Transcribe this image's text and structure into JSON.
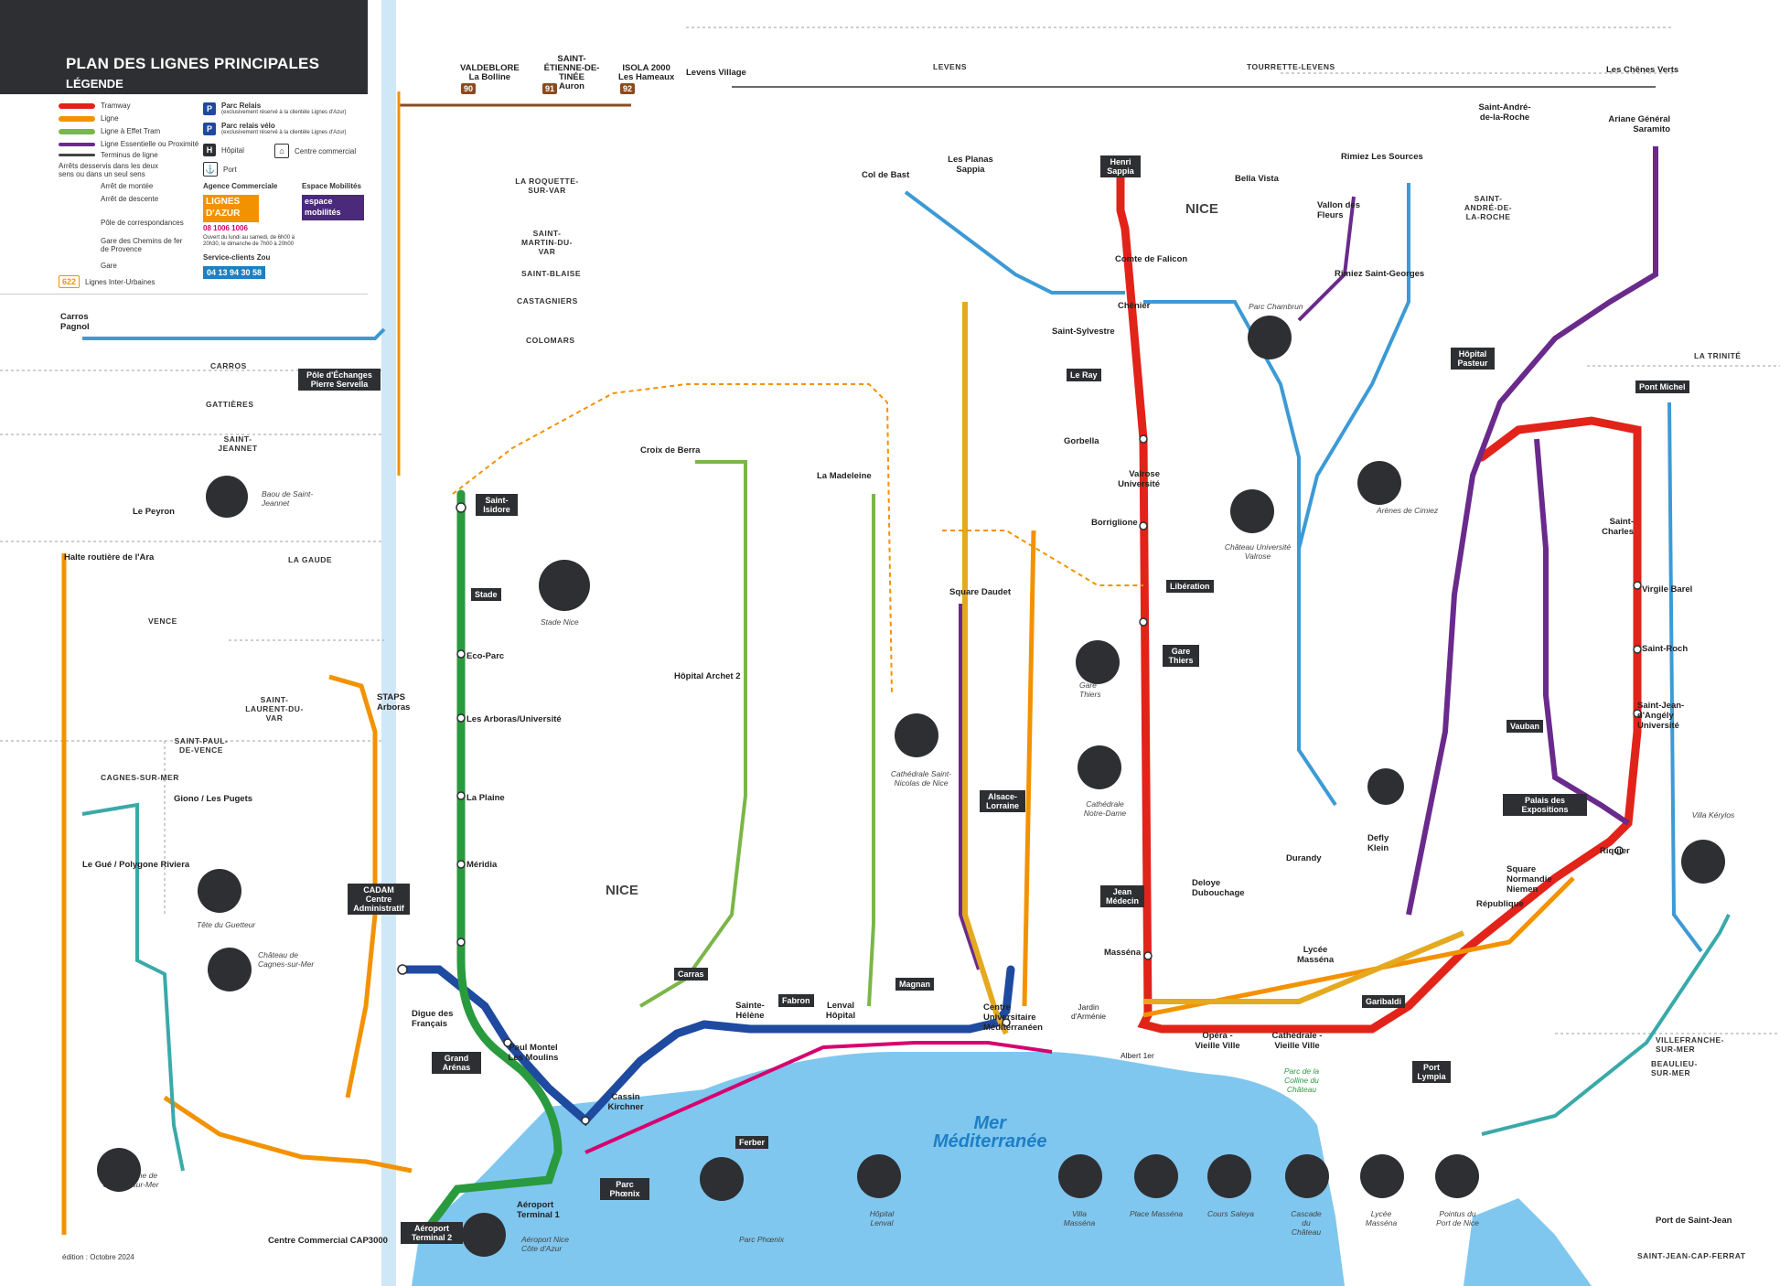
{
  "header": {
    "title": "PLAN DES LIGNES PRINCIPALES",
    "subtitle": "LÉGENDE"
  },
  "legend": {
    "tramway": "Tramway",
    "ligne": "Ligne",
    "ligne_effet_tram": "Ligne à Effet Tram",
    "ligne_essentielle": "Ligne Essentielle ou Proximité",
    "terminus": "Terminus de ligne",
    "arrets": "Arrêts desservis dans les deux sens ou dans un seul sens",
    "arret_montee": "Arrêt de montée",
    "arret_descente": "Arrêt de descente",
    "pole": "Pôle de correspondances",
    "gare_cf": "Gare des Chemins de fer de Provence",
    "gare": "Gare",
    "inter_urbaines": "Lignes Inter-Urbaines",
    "parc_relais": "Parc Relais",
    "parc_relais_note": "(exclusivement réservé à la clientèle Lignes d'Azur)",
    "parc_velo": "Parc relais vélo",
    "parc_velo_note": "(exclusivement réservé à la clientèle Lignes d'Azur)",
    "hopital": "Hôpital",
    "centre_commercial": "Centre commercial",
    "port": "Port",
    "agence": "Agence Commerciale",
    "espace": "Espace Mobilités",
    "lignes_azur": "LIGNES D'AZUR",
    "espace_mobilites": "espace mobilités",
    "phone": "08 1006 1006",
    "hours": "Ouvert du lundi au samedi, de 6h00 à 20h30, le dimanche de 7h00 à 20h00",
    "zou": "Service-clients Zou",
    "zou_phone": "04 13 94 30 58",
    "bus_622": "622"
  },
  "colors": {
    "tram1": "#e2231a",
    "tram2": "#1e4aa0",
    "tram3": "#2a9a3e",
    "line_orange": "#f39200",
    "line_teal": "#3aa9a9",
    "line_purple": "#6a2a8c",
    "line_lightblue": "#3c9ad6",
    "line_brown": "#8c4a1e",
    "line_pink": "#d6006e",
    "sea": "#7fc7ef",
    "dark": "#2e2f32"
  },
  "areas": [
    "NICE",
    "CARROS",
    "GATTIÈRES",
    "SAINT-JEANNET",
    "LA GAUDE",
    "VENCE",
    "SAINT-LAURENT-DU-VAR",
    "SAINT-PAUL-DE-VENCE",
    "CAGNES-SUR-MER",
    "LEVENS",
    "TOURRETTE-LEVENS",
    "LA ROQUETTE-SUR-VAR",
    "SAINT-MARTIN-DU-VAR",
    "SAINT-BLAISE",
    "CASTAGNIERS",
    "COLOMARS",
    "SAINT-ANDRÉ-DE-LA-ROCHE",
    "LA TRINITÉ",
    "VILLEFRANCHE-SUR-MER",
    "BEAULIEU-SUR-MER",
    "SAINT-JEAN-CAP-FERRAT"
  ],
  "sea": {
    "line1": "Mer",
    "line2": "Méditerranée"
  },
  "edition": "édition : Octobre 2024",
  "terminals_top": [
    {
      "num": "90",
      "l1": "VALDEBLORE",
      "l2": "La Bolline"
    },
    {
      "num": "91",
      "l1": "SAINT-ÉTIENNE-DE-TINÉE",
      "l2": "Auron"
    },
    {
      "num": "92",
      "l1": "ISOLA 2000",
      "l2": "Les Hameaux"
    }
  ],
  "stations_major": [
    {
      "name": "Saint-Isidore"
    },
    {
      "name": "Stade"
    },
    {
      "name": "Grand Arénas"
    },
    {
      "name": "Aéroport Terminal 2"
    },
    {
      "name": "Parc Phœnix"
    },
    {
      "name": "Ferber"
    },
    {
      "name": "Carras"
    },
    {
      "name": "Fabron"
    },
    {
      "name": "Magnan"
    },
    {
      "name": "Le Ray"
    },
    {
      "name": "Henri Sappia"
    },
    {
      "name": "Libération"
    },
    {
      "name": "Gare Thiers"
    },
    {
      "name": "Alsace-Lorraine"
    },
    {
      "name": "Jean Médecin"
    },
    {
      "name": "Garibaldi"
    },
    {
      "name": "Port Lympia"
    },
    {
      "name": "Vauban"
    },
    {
      "name": "Palais des Expositions"
    },
    {
      "name": "Hôpital Pasteur"
    },
    {
      "name": "Pont Michel"
    },
    {
      "name": "CADAM Centre Administratif"
    },
    {
      "name": "Pôle d'Échanges Pierre Servella"
    }
  ],
  "labels": [
    {
      "t": "Carros Pagnol"
    },
    {
      "t": "Le Peyron"
    },
    {
      "t": "Halte routière de l'Ara"
    },
    {
      "t": "Le Gué / Polygone Riviera"
    },
    {
      "t": "Giono / Les Pugets"
    },
    {
      "t": "Croix de Berra"
    },
    {
      "t": "La Madeleine"
    },
    {
      "t": "Hôpital Archet 2"
    },
    {
      "t": "Col de Bast"
    },
    {
      "t": "Les Planas Sappia"
    },
    {
      "t": "Comte de Falicon"
    },
    {
      "t": "Bella Vista"
    },
    {
      "t": "Vallon des Fleurs"
    },
    {
      "t": "Rimiez Les Sources"
    },
    {
      "t": "Rimiez Saint-Georges"
    },
    {
      "t": "Levens Village"
    },
    {
      "t": "Les Chênes Verts"
    },
    {
      "t": "Saint-André-de-la-Roche"
    },
    {
      "t": "Ariane Général Saramito"
    },
    {
      "t": "Saint-Sylvestre"
    },
    {
      "t": "Chênier"
    },
    {
      "t": "Gorbella"
    },
    {
      "t": "Valrose Université"
    },
    {
      "t": "Borriglione"
    },
    {
      "t": "Square Daudet"
    },
    {
      "t": "Eco-Parc"
    },
    {
      "t": "Les Arboras/Université"
    },
    {
      "t": "La Plaine"
    },
    {
      "t": "Méridia"
    },
    {
      "t": "Digue des Français"
    },
    {
      "t": "Paul Montel Les Moulins"
    },
    {
      "t": "Cassin Kirchner"
    },
    {
      "t": "Sainte-Hélène"
    },
    {
      "t": "Lenval Hôpital"
    },
    {
      "t": "Centre Universitaire Méditerranéen"
    },
    {
      "t": "Masséna"
    },
    {
      "t": "Opéra - Vieille Ville"
    },
    {
      "t": "Cathédrale - Vieille Ville"
    },
    {
      "t": "Durandy"
    },
    {
      "t": "Deloye Dubouchage"
    },
    {
      "t": "Lycée Masséna"
    },
    {
      "t": "Defly Klein"
    },
    {
      "t": "République"
    },
    {
      "t": "Square Normandie Niemen"
    },
    {
      "t": "Riquier"
    },
    {
      "t": "Saint-Jean-d'Angély Université"
    },
    {
      "t": "Saint-Roch"
    },
    {
      "t": "Virgile Barel"
    },
    {
      "t": "Saint-Charles"
    },
    {
      "t": "Aéroport Terminal 1"
    },
    {
      "t": "Port de Saint-Jean"
    },
    {
      "t": "STAPS Arboras"
    },
    {
      "t": "Centre Commercial CAP3000"
    },
    {
      "t": "Jardin d'Arménie"
    },
    {
      "t": "Albert 1er"
    }
  ],
  "landmarks": [
    {
      "t": "Baou de Saint-Jeannet"
    },
    {
      "t": "Stade Nice"
    },
    {
      "t": "Tête du Guetteur"
    },
    {
      "t": "Château de Cagnes-sur-Mer"
    },
    {
      "t": "Hippodrome de Cagnes-sur-Mer"
    },
    {
      "t": "Parc Phœnix"
    },
    {
      "t": "Aéroport Nice Côte d'Azur"
    },
    {
      "t": "Hôpital Lenval"
    },
    {
      "t": "Villa Masséna"
    },
    {
      "t": "Place Masséna"
    },
    {
      "t": "Cours Saleya"
    },
    {
      "t": "Cascade du Château"
    },
    {
      "t": "Lycée Masséna"
    },
    {
      "t": "Pointus du Port de Nice"
    },
    {
      "t": "Cathédrale Saint-Nicolas de Nice"
    },
    {
      "t": "Gare Thiers"
    },
    {
      "t": "Cathédrale Notre-Dame"
    },
    {
      "t": "Château Université Valrose"
    },
    {
      "t": "Parc Chambrun"
    },
    {
      "t": "Arènes de Cimiez"
    },
    {
      "t": "Villa Kérylos"
    },
    {
      "t": "Parc de la Colline du Château"
    }
  ]
}
